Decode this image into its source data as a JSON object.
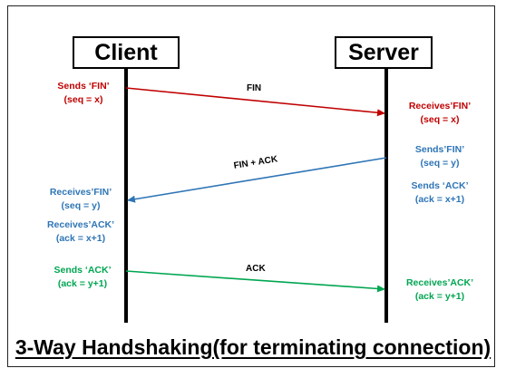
{
  "colors": {
    "fin": "#c00000",
    "fin_ack": "#2e75b6",
    "ack": "#00a651",
    "lifeline": "#000000"
  },
  "client_label": "Client",
  "server_label": "Server",
  "messages": {
    "fin": "FIN",
    "fin_ack": "FIN + ACK",
    "ack": "ACK"
  },
  "client_notes": {
    "sends_fin": [
      "Sends ‘FIN’",
      "(seq = x)"
    ],
    "receives_fin": [
      "Receives’FIN’",
      "(seq = y)"
    ],
    "receives_ack": [
      "Receives’ACK’",
      "(ack = x+1)"
    ],
    "sends_ack": [
      "Sends ‘ACK’",
      "(ack = y+1)"
    ]
  },
  "server_notes": {
    "receives_fin": [
      "Receives’FIN’",
      "(seq = x)"
    ],
    "sends_fin": [
      "Sends’FIN’",
      "(seq = y)"
    ],
    "sends_ack": [
      "Sends ‘ACK’",
      "(ack = x+1)"
    ],
    "receives_ack": [
      "Receives’ACK’",
      "(ack = y+1)"
    ]
  },
  "title": "3-Way Handshaking(for terminating connection)"
}
